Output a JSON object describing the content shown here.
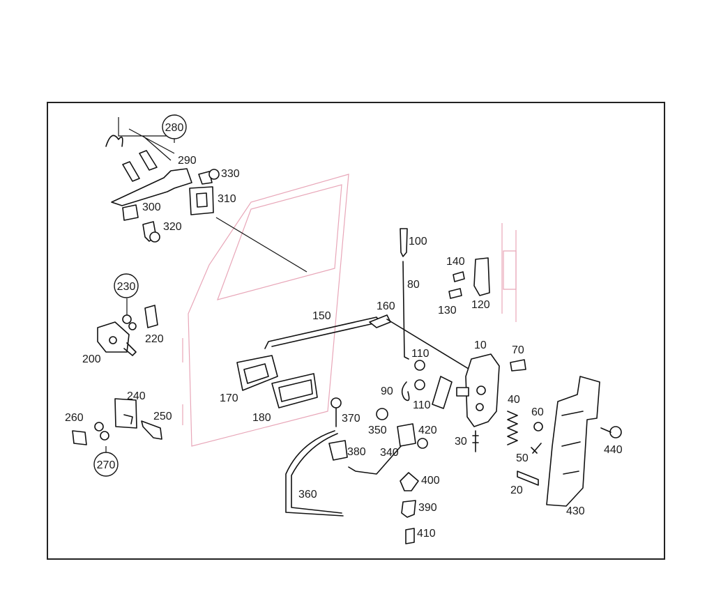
{
  "callouts_circled": [
    "280",
    "230",
    "270"
  ],
  "callouts": [
    "290",
    "330",
    "310",
    "300",
    "320",
    "100",
    "140",
    "80",
    "130",
    "120",
    "150",
    "160",
    "10",
    "70",
    "220",
    "200",
    "110",
    "110",
    "90",
    "40",
    "60",
    "170",
    "180",
    "240",
    "250",
    "260",
    "370",
    "350",
    "420",
    "30",
    "50",
    "440",
    "380",
    "340",
    "400",
    "20",
    "360",
    "390",
    "430",
    "410"
  ],
  "colors": {
    "frame": "#222222",
    "parts": "#111111",
    "door_outline": "#e8a6b8"
  }
}
